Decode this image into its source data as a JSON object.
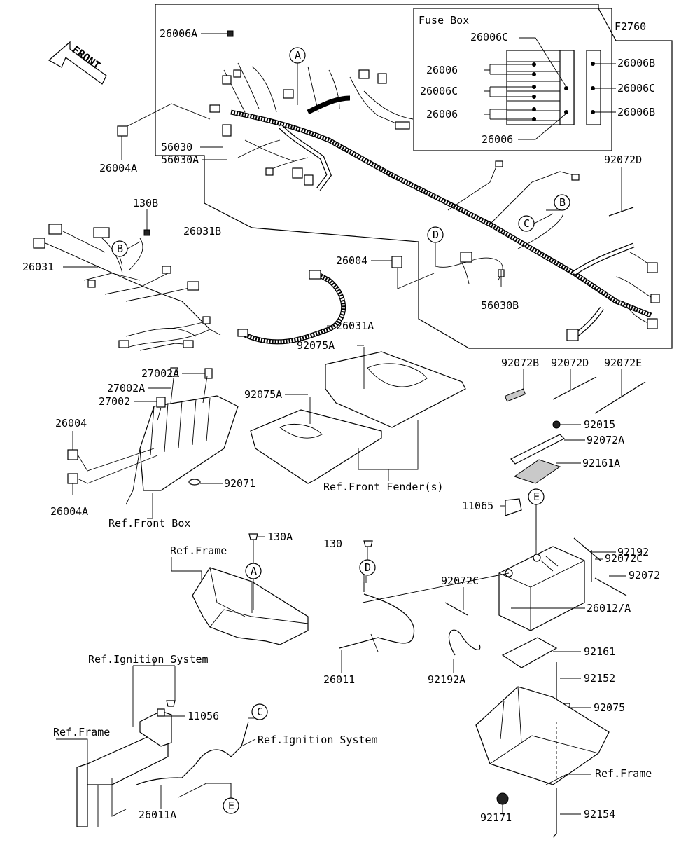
{
  "diagram_code": "F2760",
  "fuse_box": {
    "title": "Fuse Box",
    "labels": [
      "26006C",
      "26006",
      "26006C",
      "26006",
      "26006",
      "26006B",
      "26006C",
      "26006B"
    ]
  },
  "front_arrow": "FRONT",
  "circle_markers": [
    "A",
    "B",
    "C",
    "D",
    "E"
  ],
  "part_labels": {
    "p26006A": "26006A",
    "p26004A_top": "26004A",
    "p56030": "56030",
    "p56030A": "56030A",
    "p26031B": "26031B",
    "p130B": "130B",
    "p26031": "26031",
    "p26004_mid": "26004",
    "p56030B": "56030B",
    "p26031A": "26031A",
    "p92072D_top": "92072D",
    "p92075A_1": "92075A",
    "p92075A_2": "92075A",
    "p27002A_1": "27002A",
    "p27002A_2": "27002A",
    "p27002": "27002",
    "p26004_left": "26004",
    "p26004A_left": "26004A",
    "p92071": "92071",
    "ref_front_box": "Ref.Front Box",
    "ref_front_fenders": "Ref.Front Fender(s)",
    "p92072B": "92072B",
    "p92072D": "92072D",
    "p92072E": "92072E",
    "p92015": "92015",
    "p92072A": "92072A",
    "p92161A": "92161A",
    "p11065": "11065",
    "p130A": "130A",
    "p130": "130",
    "ref_frame_1": "Ref.Frame",
    "p92072C_1": "92072C",
    "p92192": "92192",
    "p92072": "92072",
    "p92072C_2": "92072C",
    "p26012A": "26012/A",
    "p26011": "26011",
    "p92192A": "92192A",
    "p92161": "92161",
    "p92152": "92152",
    "p92075": "92075",
    "ref_ignition_1": "Ref.Ignition System",
    "p11056": "11056",
    "ref_frame_2": "Ref.Frame",
    "ref_ignition_2": "Ref.Ignition System",
    "ref_frame_3": "Ref.Frame",
    "p26011A": "26011A",
    "p92171": "92171",
    "p92154": "92154"
  }
}
